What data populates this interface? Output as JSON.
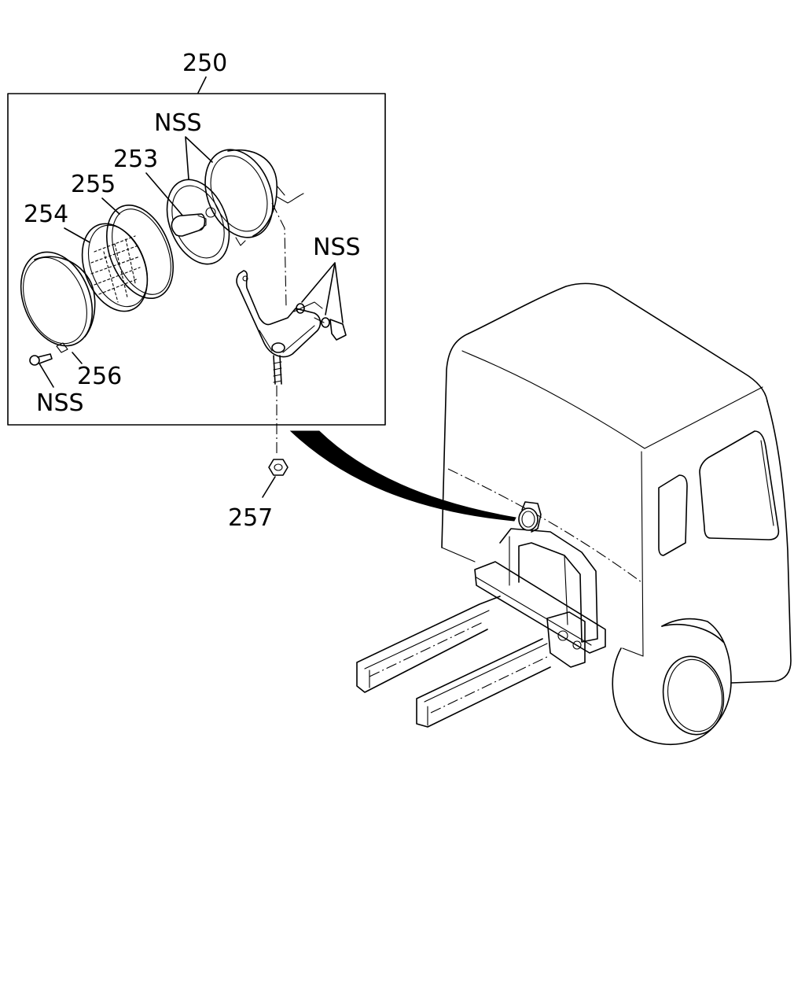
{
  "labels": {
    "assembly": "250",
    "bulb": "253",
    "lens": "254",
    "gasket": "255",
    "rim": "256",
    "nut": "257",
    "nss_housing": "NSS",
    "nss_bracket": "NSS",
    "nss_screw": "NSS"
  },
  "colors": {
    "line": "#000000",
    "background": "#ffffff"
  }
}
